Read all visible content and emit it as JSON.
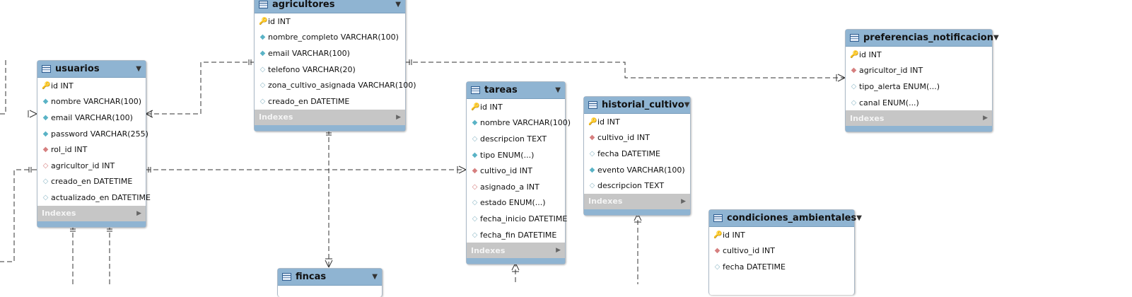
{
  "tables": {
    "agricultores": {
      "name": "agricultores",
      "columns": [
        {
          "icon": "pk",
          "text": "id INT"
        },
        {
          "icon": "nn",
          "text": "nombre_completo VARCHAR(100)"
        },
        {
          "icon": "nn",
          "text": "email VARCHAR(100)"
        },
        {
          "icon": "nl",
          "text": "telefono VARCHAR(20)"
        },
        {
          "icon": "nl",
          "text": "zona_cultivo_asignada VARCHAR(100)"
        },
        {
          "icon": "nl",
          "text": "creado_en DATETIME"
        }
      ],
      "indexes": "Indexes"
    },
    "usuarios": {
      "name": "usuarios",
      "columns": [
        {
          "icon": "pk",
          "text": "id INT"
        },
        {
          "icon": "nn",
          "text": "nombre VARCHAR(100)"
        },
        {
          "icon": "nn",
          "text": "email VARCHAR(100)"
        },
        {
          "icon": "nn",
          "text": "password VARCHAR(255)"
        },
        {
          "icon": "fk",
          "text": "rol_id INT"
        },
        {
          "icon": "nl",
          "text": "agricultor_id INT"
        },
        {
          "icon": "nl",
          "text": "creado_en DATETIME"
        },
        {
          "icon": "nl",
          "text": "actualizado_en DATETIME"
        }
      ],
      "indexes": "Indexes"
    },
    "tareas": {
      "name": "tareas",
      "columns": [
        {
          "icon": "pk",
          "text": "id INT"
        },
        {
          "icon": "nn",
          "text": "nombre VARCHAR(100)"
        },
        {
          "icon": "nl",
          "text": "descripcion TEXT"
        },
        {
          "icon": "nn",
          "text": "tipo ENUM(...)"
        },
        {
          "icon": "fk",
          "text": "cultivo_id INT"
        },
        {
          "icon": "nl",
          "text": "asignado_a INT"
        },
        {
          "icon": "nl",
          "text": "estado ENUM(...)"
        },
        {
          "icon": "nl",
          "text": "fecha_inicio DATETIME"
        },
        {
          "icon": "nl",
          "text": "fecha_fin DATETIME"
        }
      ],
      "indexes": "Indexes"
    },
    "historial_cultivo": {
      "name": "historial_cultivo",
      "columns": [
        {
          "icon": "pk",
          "text": "id INT"
        },
        {
          "icon": "fk",
          "text": "cultivo_id INT"
        },
        {
          "icon": "nl",
          "text": "fecha DATETIME"
        },
        {
          "icon": "nn",
          "text": "evento VARCHAR(100)"
        },
        {
          "icon": "nl",
          "text": "descripcion TEXT"
        }
      ],
      "indexes": "Indexes"
    },
    "preferencias_notificacion": {
      "name": "preferencias_notificacion",
      "columns": [
        {
          "icon": "pk",
          "text": "id INT"
        },
        {
          "icon": "fk",
          "text": "agricultor_id INT"
        },
        {
          "icon": "nl",
          "text": "tipo_alerta ENUM(...)"
        },
        {
          "icon": "nl",
          "text": "canal ENUM(...)"
        }
      ],
      "indexes": "Indexes"
    },
    "condiciones_ambientales": {
      "name": "condiciones_ambientales",
      "columns": [
        {
          "icon": "pk",
          "text": "id INT"
        },
        {
          "icon": "fk",
          "text": "cultivo_id INT"
        },
        {
          "icon": "nl",
          "text": "fecha DATETIME"
        }
      ],
      "indexes": ""
    },
    "fincas": {
      "name": "fincas",
      "columns": [],
      "indexes": ""
    }
  },
  "colors": {
    "header": "#8fb4d2",
    "indexes_bar": "#c6c6c6",
    "pk_icon": "#e8b800",
    "not_null_icon": "#5ab3c6",
    "fk_icon": "#d67f7f",
    "nullable_icon": "#8fb9c7"
  }
}
